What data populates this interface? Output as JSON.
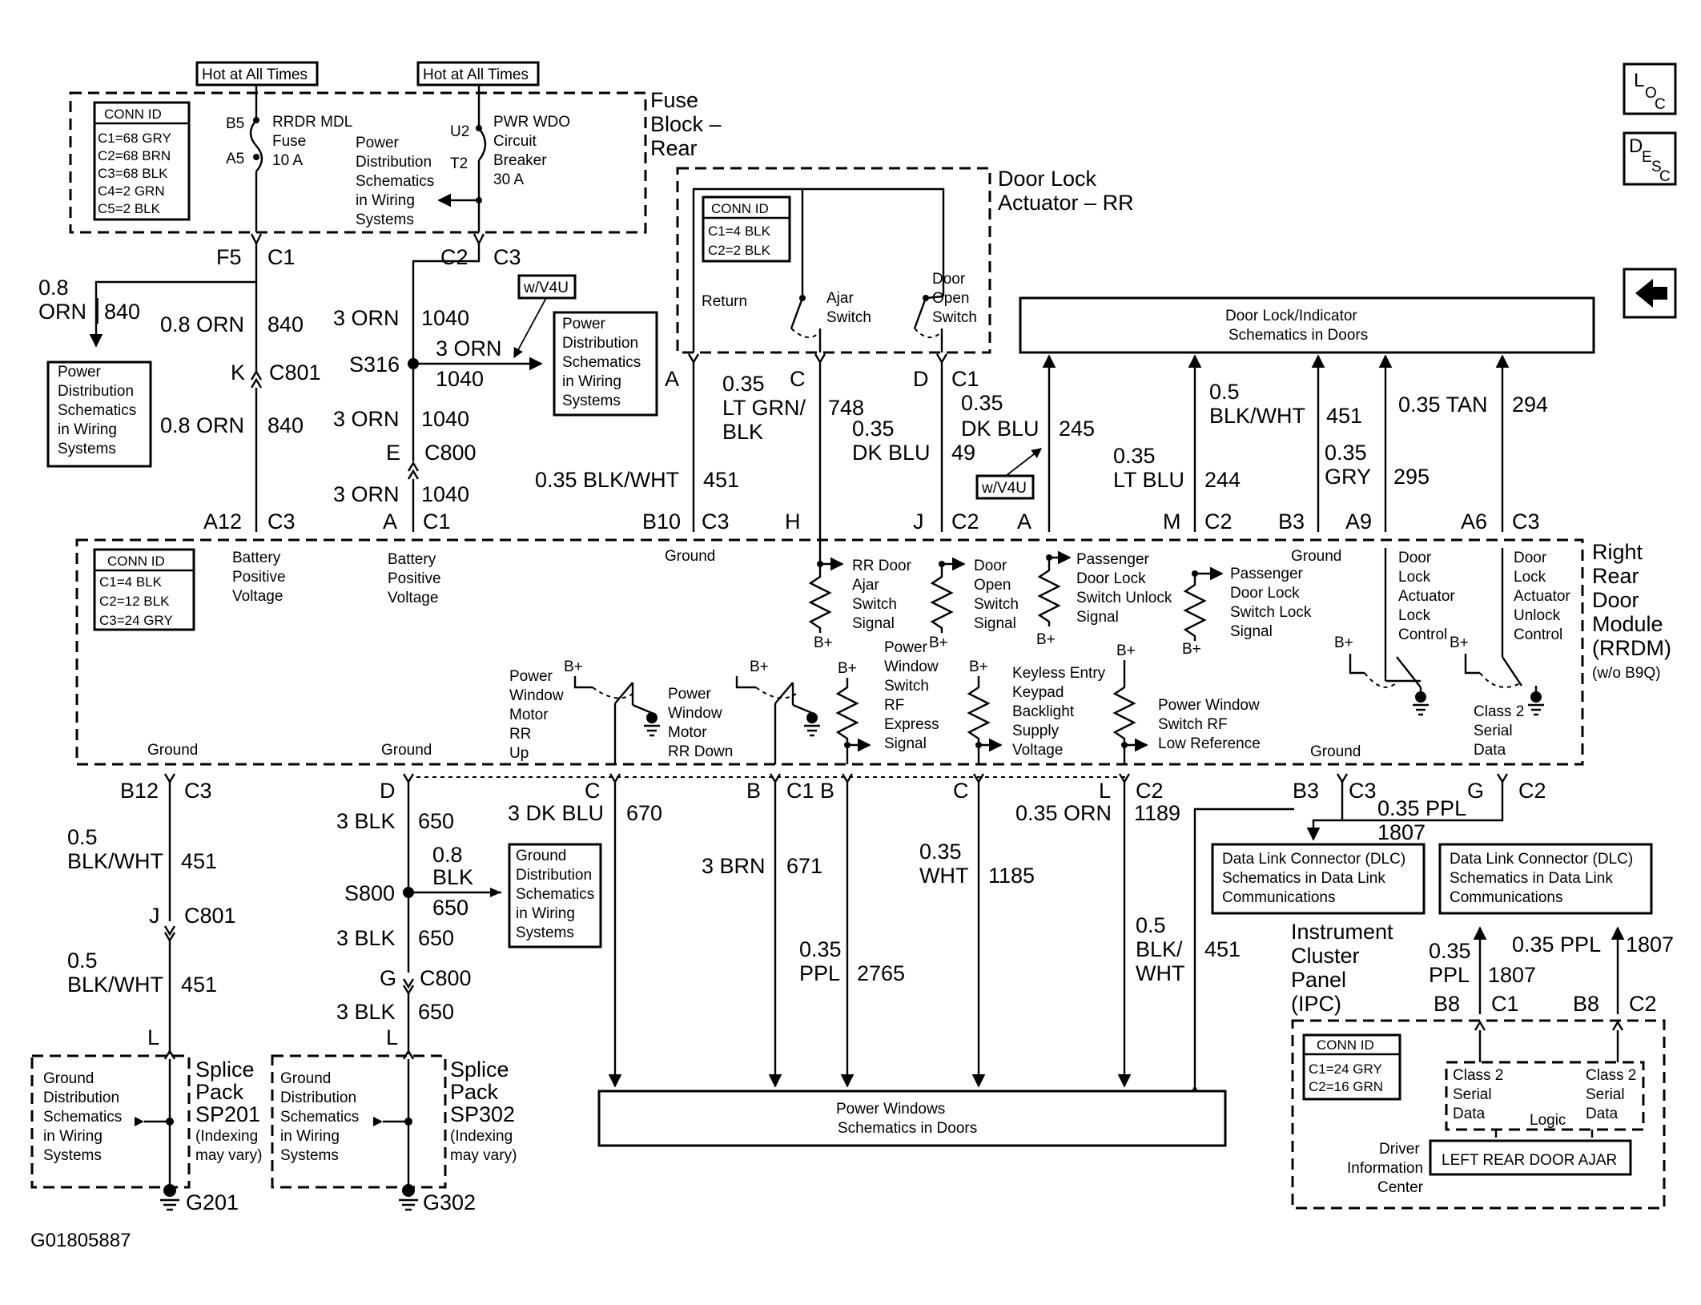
{
  "figure_id": "G01805887",
  "nav": {
    "loc": [
      "L",
      "O",
      "C"
    ],
    "desc": [
      "D",
      "E",
      "S",
      "C"
    ]
  },
  "fuse_block": {
    "title": [
      "Fuse",
      "Block –",
      "Rear"
    ],
    "hot1": "Hot at All Times",
    "hot2": "Hot at All Times",
    "conn": {
      "title": "CONN ID",
      "lines": [
        "C1=68 GRY",
        "C2=68 BRN",
        "C3=68 BLK",
        "C4=2 GRN",
        "C5=2 BLK"
      ]
    },
    "fuse_pins": [
      "B5",
      "A5"
    ],
    "fuse_name": [
      "RRDR MDL",
      "Fuse",
      "10 A"
    ],
    "pd_note": [
      "Power",
      "Distribution",
      "Schematics",
      "in Wiring",
      "Systems"
    ],
    "cb_pins": [
      "U2",
      "T2"
    ],
    "cb_name": [
      "PWR WDO",
      "Circuit",
      "Breaker",
      "30 A"
    ]
  },
  "actuator": {
    "title": [
      "Door Lock",
      "Actuator – RR"
    ],
    "conn": {
      "title": "CONN ID",
      "lines": [
        "C1=4 BLK",
        "C2=2 BLK"
      ]
    },
    "return": "Return",
    "ajar": [
      "Ajar",
      "Switch"
    ],
    "open": [
      "Door",
      "Open",
      "Switch"
    ],
    "pins": [
      "A",
      "C",
      "D",
      "C1"
    ]
  },
  "left_wires": {
    "c1_top": [
      "F5",
      "C1"
    ],
    "w08_label": [
      "0.8",
      "ORN"
    ],
    "w840a": "840",
    "w08orn_1": "0.8 ORN",
    "w840b": "840",
    "k_c801": [
      "K",
      "C801"
    ],
    "w08orn_2": "0.8 ORN",
    "w840c": "840",
    "pd_box": [
      "Power",
      "Distribution",
      "Schematics",
      "in Wiring",
      "Systems"
    ],
    "c23": [
      "C2",
      "C3"
    ],
    "orn3_1": "3 ORN",
    "n1040_1": "1040",
    "s316": "S316",
    "orn3_2": "3 ORN",
    "n1040_2": "1040",
    "wv4u": "w/V4U",
    "pd_box2": [
      "Power",
      "Distribution",
      "Schematics",
      "in Wiring",
      "Systems"
    ],
    "orn3_3": "3 ORN",
    "n1040_3": "1040",
    "e_c800": [
      "E",
      "C800"
    ],
    "orn3_4": "3 ORN",
    "n1040_4": "1040"
  },
  "mid_wires": {
    "w035_ltgrn": [
      "0.35",
      "LT GRN/",
      "BLK"
    ],
    "n748": "748",
    "w035_dkblu_a": [
      "0.35",
      "DK BLU"
    ],
    "n49": "49",
    "w035_dkblu_b": [
      "0.35",
      "DK BLU"
    ],
    "n245": "245",
    "wv4u2": "w/V4U",
    "blkwht": "0.35 BLK/WHT",
    "n451": "451",
    "ltblu": [
      "0.35",
      "LT BLU"
    ],
    "n244": "244",
    "blkwht2": [
      "0.5",
      "BLK/WHT"
    ],
    "n451b": "451",
    "gry": [
      "0.35",
      "GRY"
    ],
    "n295": "295",
    "tan": "0.35 TAN",
    "n294": "294",
    "doorlock_box": [
      "Door Lock/Indicator",
      "Schematics in Doors"
    ]
  },
  "rrdm_pins_top": [
    "A12",
    "C3",
    "A",
    "C1",
    "B10",
    "C3",
    "H",
    "J",
    "C2",
    "A",
    "M",
    "C2",
    "B3",
    "A9",
    "A6",
    "C3"
  ],
  "rrdm": {
    "title": [
      "Right",
      "Rear",
      "Door",
      "Module",
      "(RRDM)",
      "(w/o B9Q)"
    ],
    "conn": {
      "title": "CONN ID",
      "lines": [
        "C1=4 BLK",
        "C2=12 BLK",
        "C3=24 GRY"
      ]
    },
    "bpv1": [
      "Battery",
      "Positive",
      "Voltage"
    ],
    "bpv2": [
      "Battery",
      "Positive",
      "Voltage"
    ],
    "ground_top": "Ground",
    "ajar_sig": [
      "RR Door",
      "Ajar",
      "Switch",
      "Signal"
    ],
    "open_sig": [
      "Door",
      "Open",
      "Switch",
      "Signal"
    ],
    "pass_unlock": [
      "Passenger",
      "Door Lock",
      "Switch Unlock",
      "Signal"
    ],
    "pass_lock": [
      "Passenger",
      "Door Lock",
      "Switch Lock",
      "Signal"
    ],
    "ground_right": "Ground",
    "act_lock": [
      "Door",
      "Lock",
      "Actuator",
      "Lock",
      "Control"
    ],
    "act_unlock": [
      "Door",
      "Lock",
      "Actuator",
      "Unlock",
      "Control"
    ],
    "bplus": "B+",
    "pw_up": [
      "Power",
      "Window",
      "Motor",
      "RR",
      "Up"
    ],
    "pw_down": [
      "Power",
      "Window",
      "Motor",
      "RR Down"
    ],
    "pw_rf_exp": [
      "Power",
      "Window",
      "Switch",
      "RF",
      "Express",
      "Signal"
    ],
    "keyless": [
      "Keyless Entry",
      "Keypad",
      "Backlight",
      "Supply",
      "Voltage"
    ],
    "pw_rf_low": [
      "Power Window",
      "Switch RF",
      "Low Reference"
    ],
    "class2": [
      "Class 2",
      "Serial",
      "Data"
    ],
    "ground_l1": "Ground",
    "ground_l2": "Ground",
    "ground_r2": "Ground"
  },
  "bottom_pins": [
    "B12",
    "C3",
    "D",
    "C",
    "B",
    "C1",
    "B",
    "C",
    "L",
    "C2",
    "B3",
    "C3",
    "G",
    "C2"
  ],
  "bottom_wires": {
    "blkwht_a": [
      "0.5",
      "BLK/WHT"
    ],
    "n451_a": "451",
    "j_c801": [
      "J",
      "C801"
    ],
    "blkwht_b": [
      "0.5",
      "BLK/WHT"
    ],
    "n451_b": "451",
    "l1": "L",
    "blk3_1": "3 BLK",
    "n650_1": "650",
    "blk08": [
      "0.8",
      "BLK"
    ],
    "n650_2": "650",
    "s800": "S800",
    "gd_box": [
      "Ground",
      "Distribution",
      "Schematics",
      "in Wiring",
      "Systems"
    ],
    "blk3_3": "3 BLK",
    "n650_3": "650",
    "g_c800": [
      "G",
      "C800"
    ],
    "blk3_4": "3 BLK",
    "n650_4": "650",
    "l2": "L",
    "dkblu3": "3 DK BLU",
    "n670": "670",
    "brn3": "3 BRN",
    "n671": "671",
    "ppl035": [
      "0.35",
      "PPL"
    ],
    "n2765": "2765",
    "wht035": [
      "0.35",
      "WHT"
    ],
    "n1185": "1185",
    "orn035": "0.35 ORN",
    "n1189": "1189",
    "blkwht05": [
      "0.5",
      "BLK/",
      "WHT"
    ],
    "n451_c": "451",
    "ppl_top": "0.35 PPL",
    "n1807_top": "1807",
    "pw_box": [
      "Power Windows",
      "Schematics in Doors"
    ],
    "dlc1": [
      "Data Link Connector (DLC)",
      "Schematics in Data Link",
      "Communications"
    ],
    "dlc2": [
      "Data Link Connector (DLC)",
      "Schematics in Data Link",
      "Communications"
    ]
  },
  "splices": {
    "sp201_left": [
      "Ground",
      "Distribution",
      "Schematics",
      "in Wiring",
      "Systems"
    ],
    "sp201": [
      "Splice",
      "Pack",
      "SP201",
      "(Indexing",
      "may vary)"
    ],
    "g201": "G201",
    "sp302_left": [
      "Ground",
      "Distribution",
      "Schematics",
      "in Wiring",
      "Systems"
    ],
    "sp302": [
      "Splice",
      "Pack",
      "SP302",
      "(Indexing",
      "may vary)"
    ],
    "g302": "G302"
  },
  "ipc": {
    "title": [
      "Instrument",
      "Cluster",
      "Panel",
      "(IPC)"
    ],
    "ppl_a": [
      "0.35",
      "PPL"
    ],
    "n1807_a": "1807",
    "ppl_b": "0.35 PPL",
    "n1807_b": "1807",
    "pins": [
      "B8",
      "C1",
      "B8",
      "C2"
    ],
    "conn": {
      "title": "CONN ID",
      "lines": [
        "C1=24 GRY",
        "C2=16 GRN"
      ]
    },
    "class2a": [
      "Class 2",
      "Serial",
      "Data"
    ],
    "class2b": [
      "Class 2",
      "Serial",
      "Data"
    ],
    "logic": "Logic",
    "dic": [
      "Driver",
      "Information",
      "Center"
    ],
    "message": "LEFT REAR DOOR AJAR"
  }
}
